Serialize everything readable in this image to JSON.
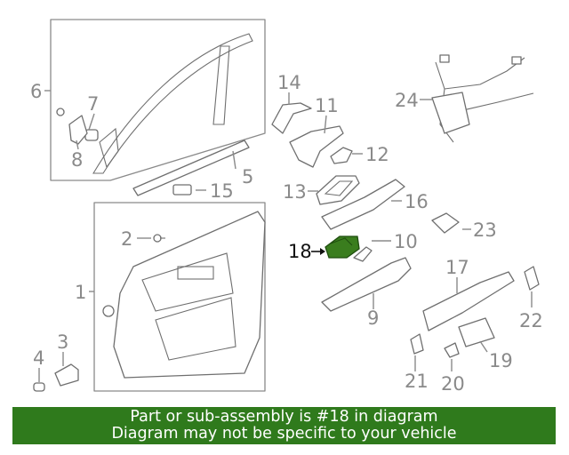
{
  "diagram": {
    "callouts": [
      "1",
      "2",
      "3",
      "4",
      "5",
      "6",
      "7",
      "8",
      "9",
      "10",
      "11",
      "12",
      "13",
      "14",
      "15",
      "16",
      "17",
      "18",
      "19",
      "20",
      "21",
      "22",
      "23",
      "24"
    ],
    "highlighted_part": "18",
    "highlight_color": "#3a7d1e"
  },
  "banner": {
    "line1": "Part or sub-assembly is #18 in diagram",
    "line2": "Diagram may not be specific to your vehicle",
    "background": "#2f7a1c"
  }
}
